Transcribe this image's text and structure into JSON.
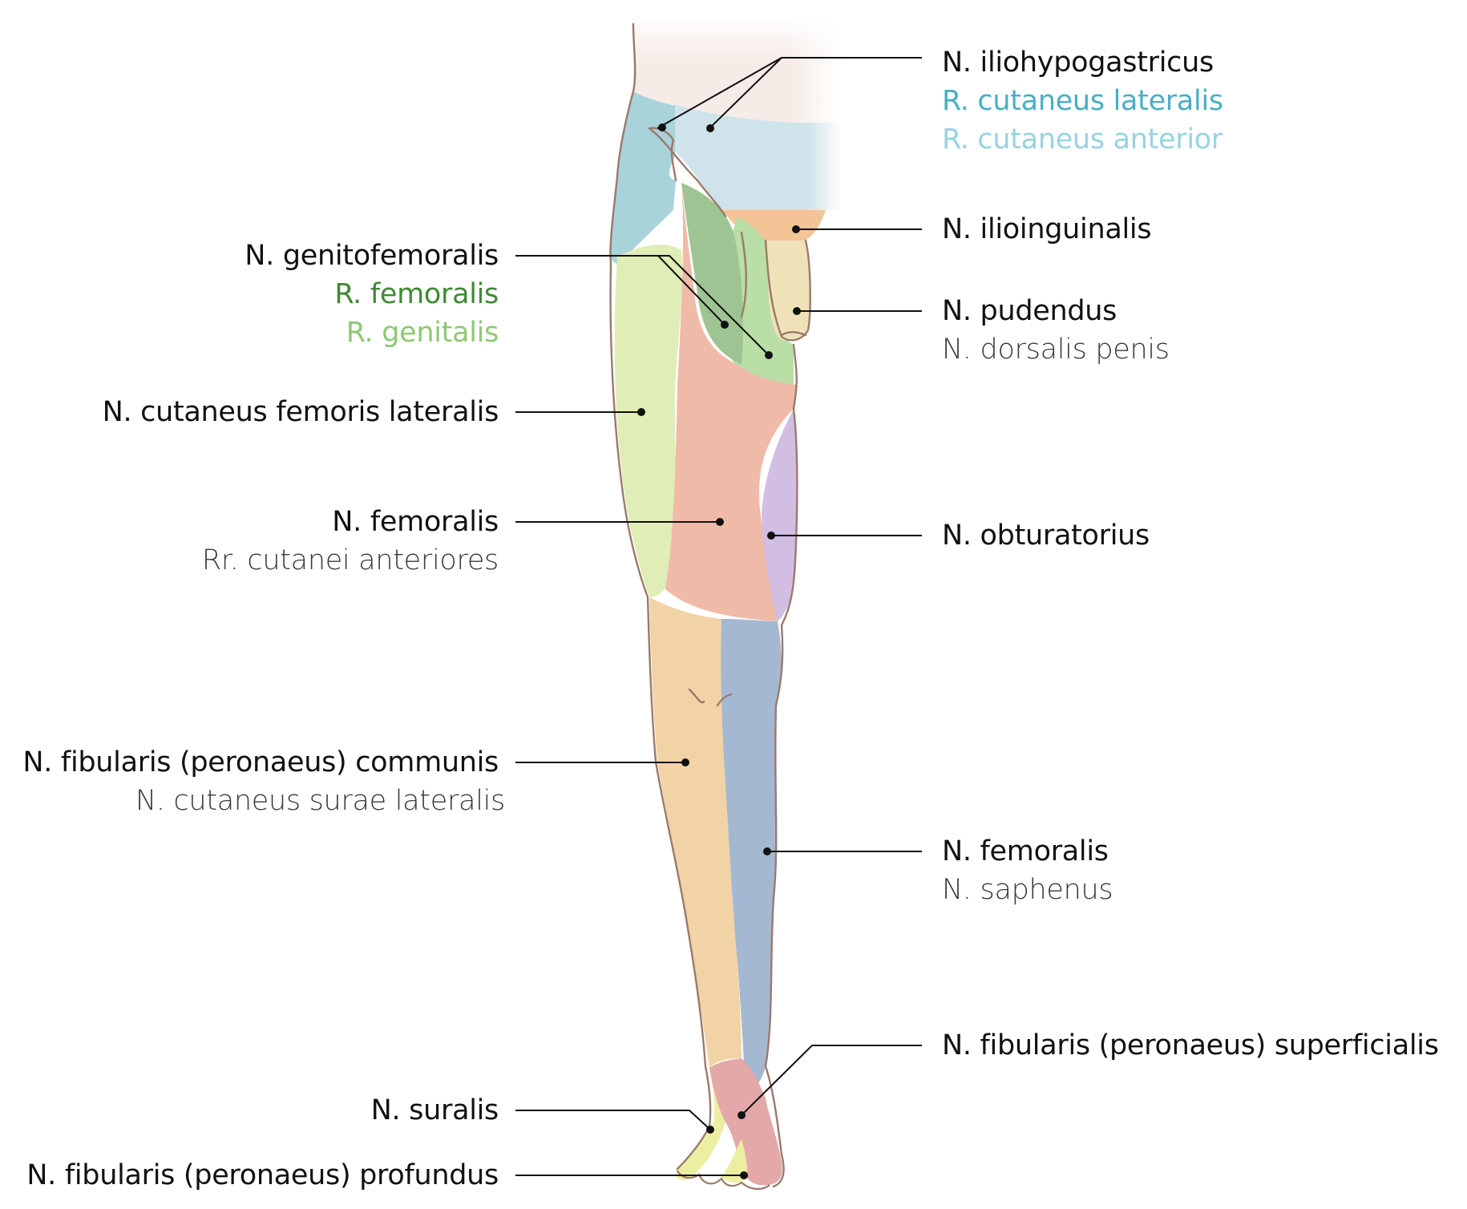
{
  "labels": {
    "iliohypogastricus": "N. iliohypogastricus",
    "iliohypogastricus_lat": "R. cutaneus lateralis",
    "iliohypogastricus_ant": "R. cutaneus anterior",
    "ilioinguinalis": "N. ilioinguinalis",
    "pudendus": "N. pudendus",
    "pudendus_sub": "N. dorsalis penis",
    "obturatorius": "N. obturatorius",
    "femoralis_saph": "N. femoralis",
    "femoralis_saph_sub": "N. saphenus",
    "fib_superficialis": "N. fibularis (peronaeus) superficialis",
    "genitofemoralis": "N. genitofemoralis",
    "genitofemoralis_fem": "R. femoralis",
    "genitofemoralis_gen": "R. genitalis",
    "cut_fem_lat": "N. cutaneus femoris lateralis",
    "femoralis": "N. femoralis",
    "femoralis_sub": "Rr. cutanei anteriores",
    "fib_communis": "N. fibularis (peronaeus) communis",
    "fib_communis_sub": "N. cutaneus surae lateralis",
    "suralis": "N. suralis",
    "fib_profundus": "N. fibularis (peronaeus) profundus"
  },
  "colors": {
    "text": "#111111",
    "subtext": "#3a3a3a",
    "r_cutaneus_lateralis": "#4aaec3",
    "r_cutaneus_anterior": "#98d3e0",
    "r_femoralis": "#3f8a34",
    "r_genitalis": "#8fc874",
    "outline": "#9b7a6c",
    "region_iliohypo_lat": "#a9d3db",
    "region_iliohypo_ant": "#cfe4ea",
    "region_ilioinguinalis": "#f3c596",
    "region_pudendus": "#f0e2b8",
    "region_genital": "#b9dea6",
    "region_gf_femoral": "#9fc493",
    "region_cut_fem_lat": "#e0edb6",
    "region_femoralis": "#f0baa8",
    "region_obturatorius": "#d2bde3",
    "region_fib_communis": "#f1d3a6",
    "region_saphenus": "#a5b8d1",
    "region_fib_superficialis": "#e4a8a8",
    "region_suralis": "#ecefa2",
    "region_trunk": "#f6ebe7"
  }
}
